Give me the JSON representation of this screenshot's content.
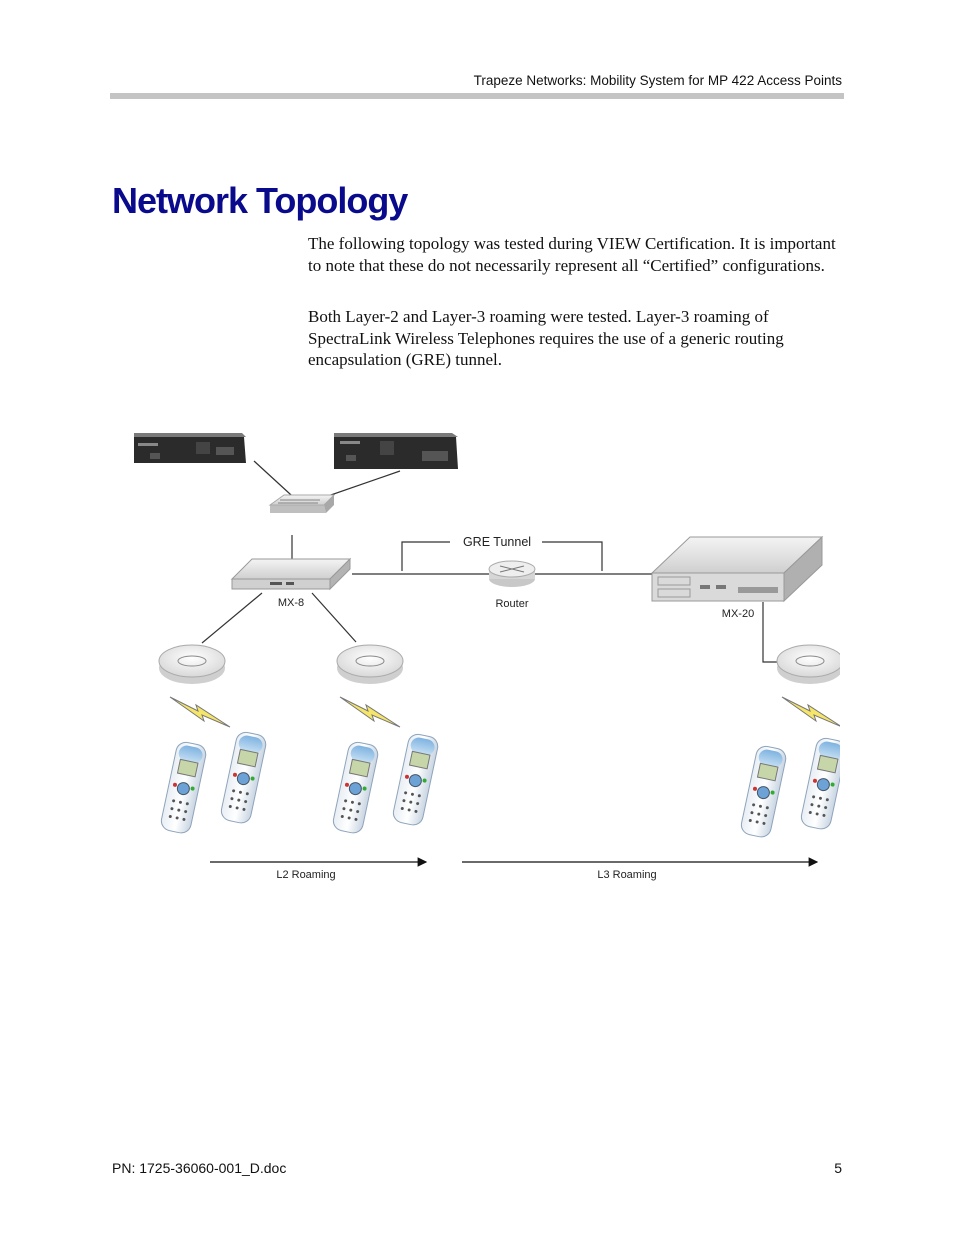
{
  "header": {
    "title": "Trapeze Networks: Mobility System for MP 422 Access Points"
  },
  "section": {
    "title": "Network Topology",
    "paragraphs": [
      "The following topology was tested during VIEW Certification. It is important to note that these do not necessarily represent all “Certified” configurations.",
      "Both Layer-2 and Layer-3 roaming were tested. Layer-3 roaming of SpectraLink Wireless Telephones requires the use of a generic routing encapsulation (GRE) tunnel."
    ]
  },
  "diagram": {
    "labels": {
      "gre_tunnel": "GRE Tunnel",
      "router": "Router",
      "mx8": "MX-8",
      "mx20": "MX-20",
      "l2": "L2 Roaming",
      "l3": "L3 Roaming"
    }
  },
  "footer": {
    "doc_number": "PN: 1725-36060-001_D.doc",
    "page": "5"
  }
}
